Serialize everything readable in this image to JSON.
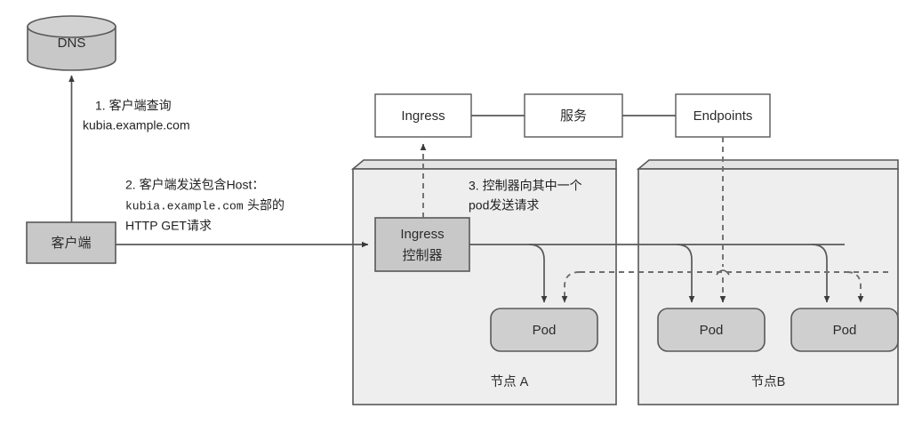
{
  "diagram": {
    "title_visible": false,
    "colors": {
      "gray_box": "#c8c8c8",
      "white_box": "#ffffff",
      "node_body": "#eeeeee",
      "node_top": "#e3e3e3",
      "pod": "#cfcfcf",
      "stroke": "#58585a",
      "text": "#1f1f1f"
    },
    "dns": {
      "label": "DNS"
    },
    "client": {
      "label": "客户端"
    },
    "resources": [
      {
        "label": "Ingress"
      },
      {
        "label": "服务"
      },
      {
        "label": "Endpoints"
      }
    ],
    "ingress_controller": {
      "line1": "Ingress",
      "line2": "控制器"
    },
    "nodes": [
      {
        "label": "节点 A",
        "pods": [
          {
            "label": "Pod"
          }
        ]
      },
      {
        "label": "节点B",
        "pods": [
          {
            "label": "Pod"
          },
          {
            "label": "Pod"
          }
        ]
      }
    ],
    "annotations": [
      {
        "id": "step-1",
        "lines": [
          {
            "text": "1.  客户端查询",
            "style": "sans"
          },
          {
            "text": "kubia.example.com",
            "style": "sans"
          }
        ]
      },
      {
        "id": "step-2",
        "lines": [
          {
            "text": "2.  客户端发送包含Host：",
            "style": "sans"
          },
          {
            "text": "kubia.example.com",
            "style": "mono"
          },
          {
            "text": "头部的",
            "style": "sans"
          },
          {
            "text": "HTTP GET请求",
            "style": "sans"
          }
        ]
      },
      {
        "id": "step-3",
        "lines": [
          {
            "text": "3. 控制器向其中一个",
            "style": "sans"
          },
          {
            "text": "pod发送请求",
            "style": "sans"
          }
        ]
      }
    ]
  }
}
